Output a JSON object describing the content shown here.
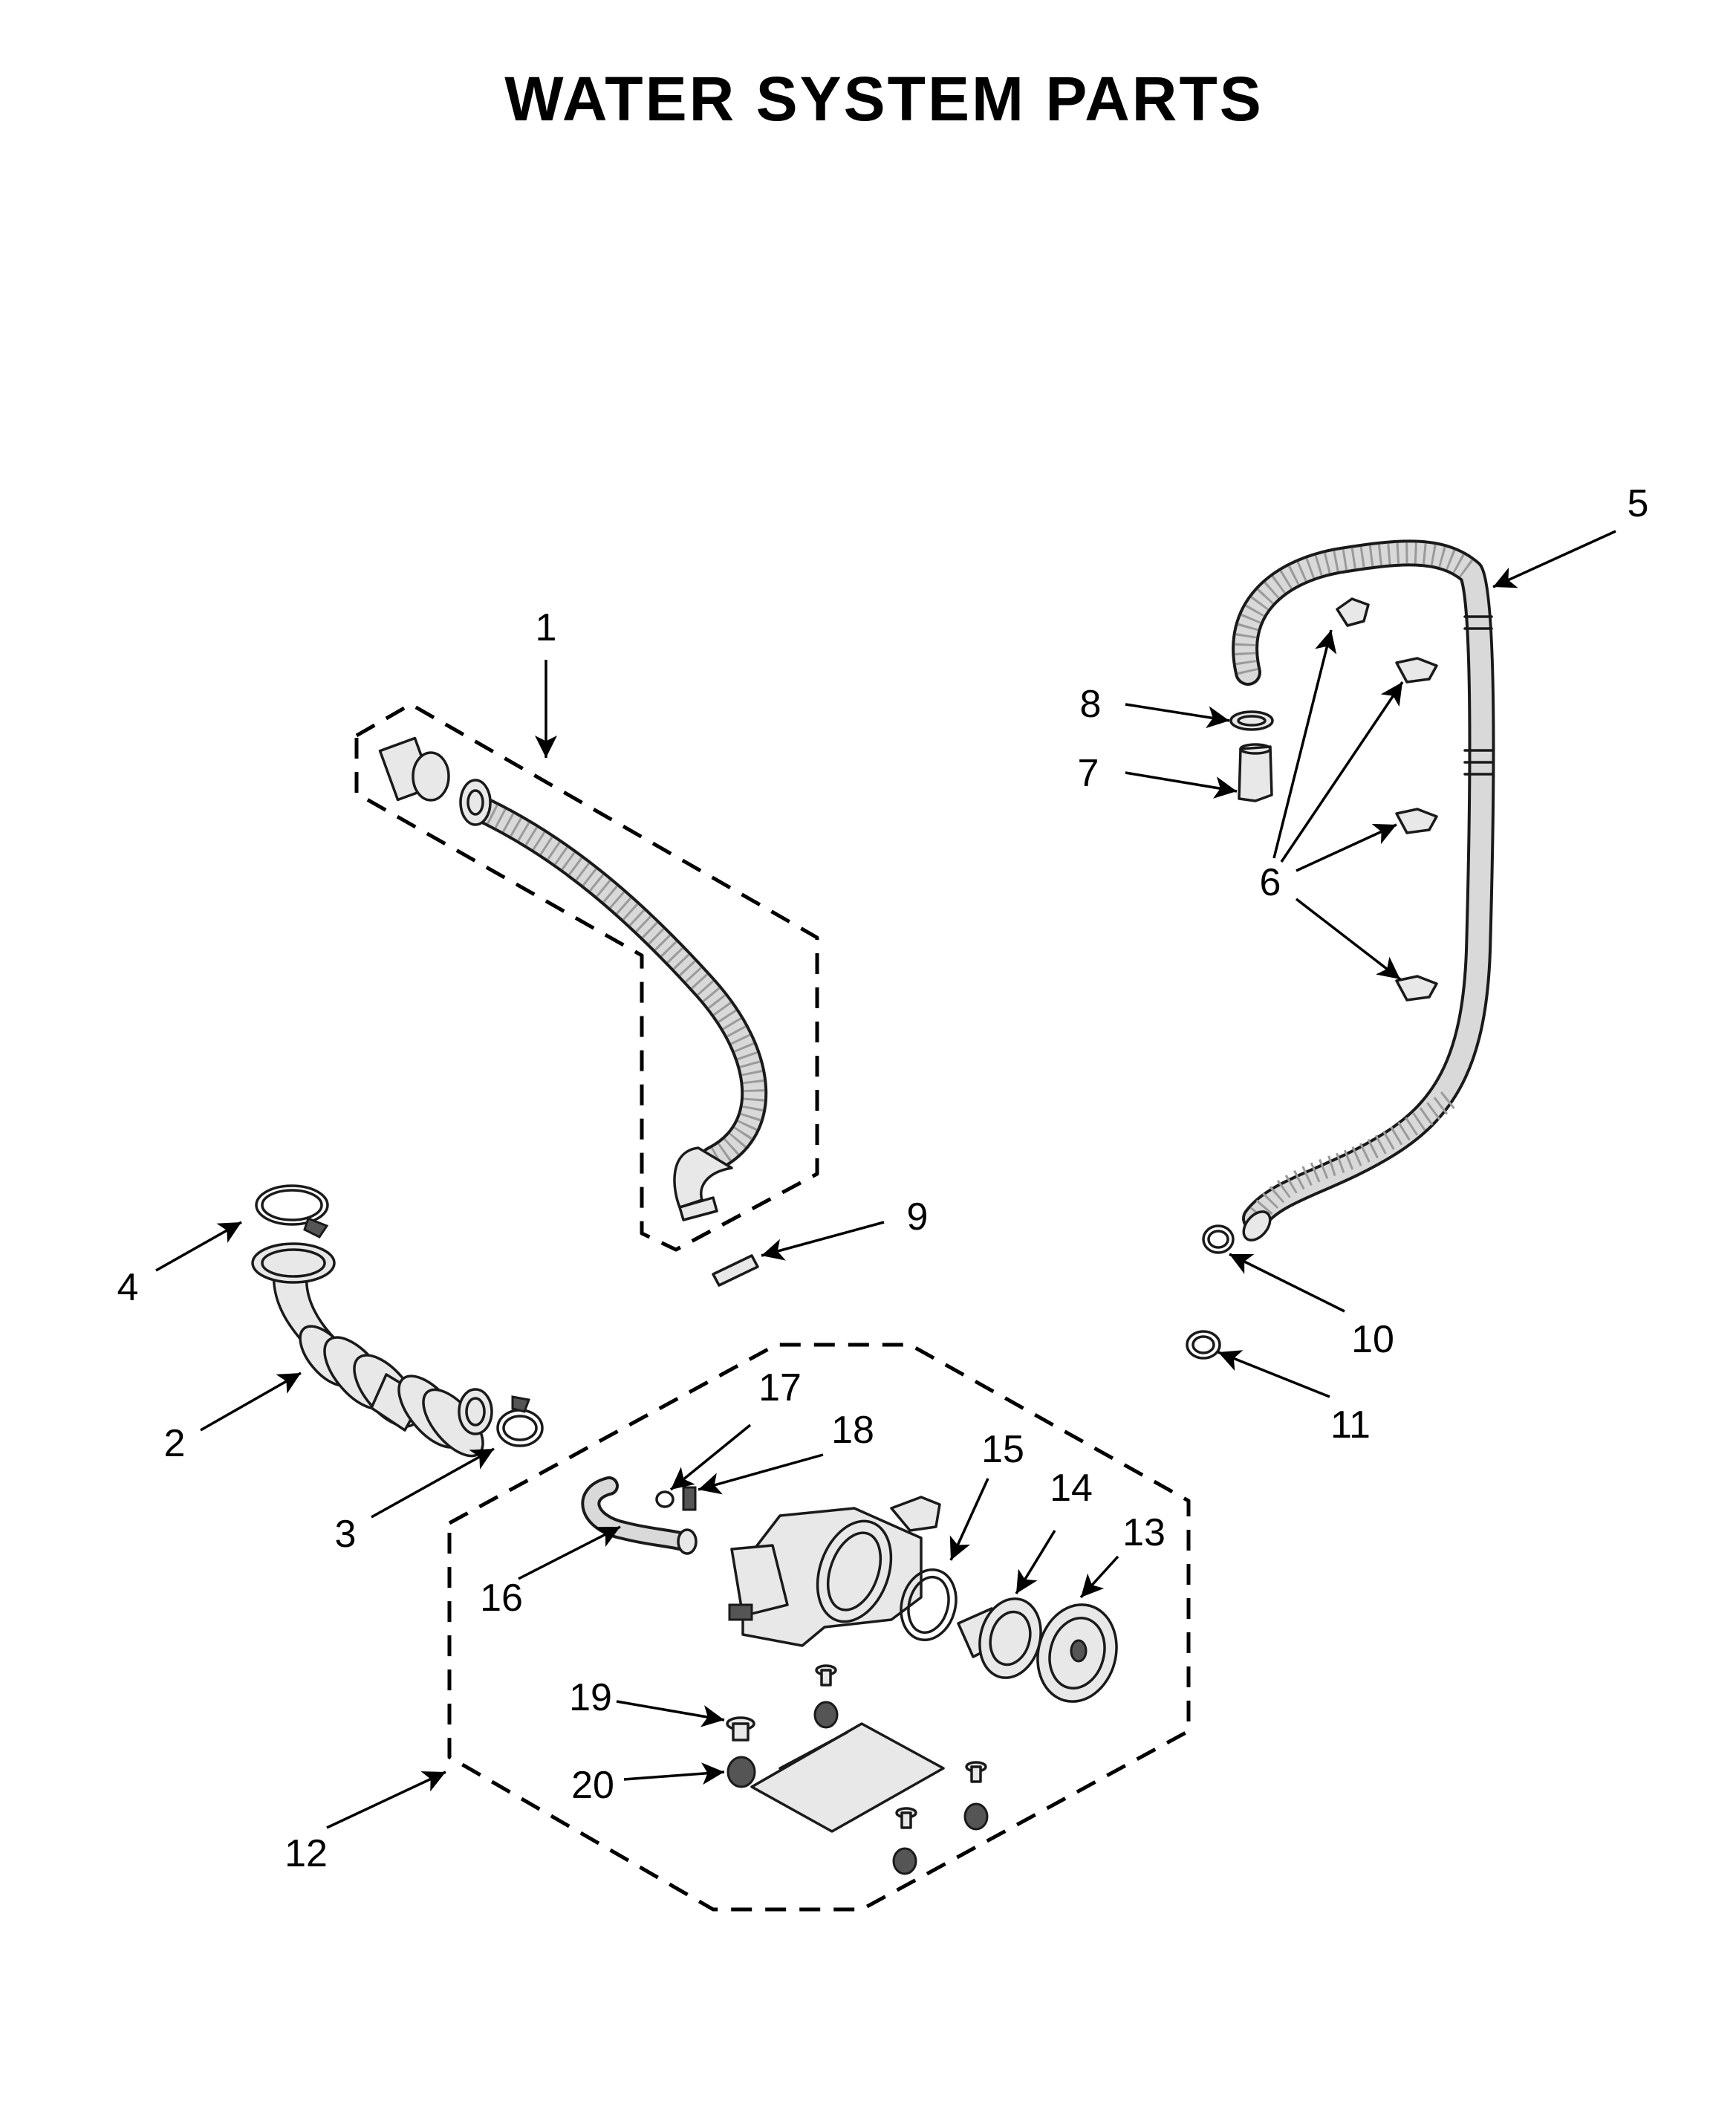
{
  "title": "WATER SYSTEM PARTS",
  "callouts": [
    "1",
    "2",
    "3",
    "4",
    "5",
    "6",
    "7",
    "8",
    "9",
    "10",
    "11",
    "12",
    "13",
    "14",
    "15",
    "16",
    "17",
    "18",
    "19",
    "20"
  ]
}
